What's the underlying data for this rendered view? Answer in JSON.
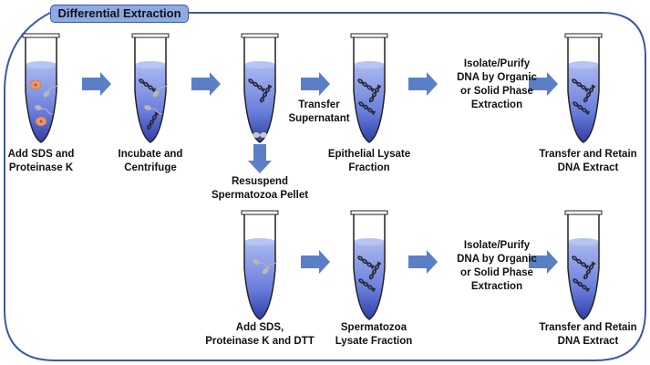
{
  "title": "Differential Extraction",
  "colors": {
    "border": "#3b5aa6",
    "title_fill": "#8fa9e3",
    "arrow": "#5b7fc7",
    "liquid_top": "#aab9f0",
    "liquid_bottom": "#2e3fa6"
  },
  "tubes": [
    {
      "id": "tube-1",
      "contents": [
        "epithelial-cell",
        "sperm-cell",
        "sperm-cell",
        "epithelial-cell"
      ],
      "label": [
        "Add SDS and",
        "Proteinase K"
      ]
    },
    {
      "id": "tube-2",
      "contents": [
        "dna",
        "sperm-cell",
        "sperm-cell",
        "dna"
      ],
      "label": [
        "Incubate and",
        "Centrifuge"
      ]
    },
    {
      "id": "tube-3",
      "contents": [
        "dna",
        "dna",
        "sperm-pellet"
      ],
      "label": []
    },
    {
      "id": "tube-4",
      "contents": [
        "dna",
        "dna",
        "dna"
      ],
      "label": [
        "Epithelial Lysate",
        "Fraction"
      ]
    },
    {
      "id": "tube-5",
      "contents": [
        "dna",
        "dna",
        "dna"
      ],
      "label": [
        "Transfer and Retain",
        "DNA Extract"
      ]
    },
    {
      "id": "tube-6",
      "contents": [
        "sperm-cell",
        "sperm-cell"
      ],
      "label": [
        "Add SDS,",
        "Proteinase K and DTT"
      ]
    },
    {
      "id": "tube-7",
      "contents": [
        "dna",
        "dna",
        "dna"
      ],
      "label": [
        "Spermatozoa",
        "Lysate Fraction"
      ]
    },
    {
      "id": "tube-8",
      "contents": [
        "dna",
        "dna",
        "dna"
      ],
      "label": [
        "Transfer and Retain",
        "DNA Extract"
      ]
    }
  ],
  "steps": {
    "transfer_supernatant": [
      "Transfer",
      "Supernatant"
    ],
    "resuspend": [
      "Resuspend",
      "Spermatozoa Pellet"
    ],
    "isolate_top": [
      "Isolate/Purify",
      "DNA by Organic",
      "or Solid Phase",
      "Extraction"
    ],
    "isolate_bottom": [
      "Isolate/Purify",
      "DNA by Organic",
      "or Solid Phase",
      "Extraction"
    ]
  }
}
